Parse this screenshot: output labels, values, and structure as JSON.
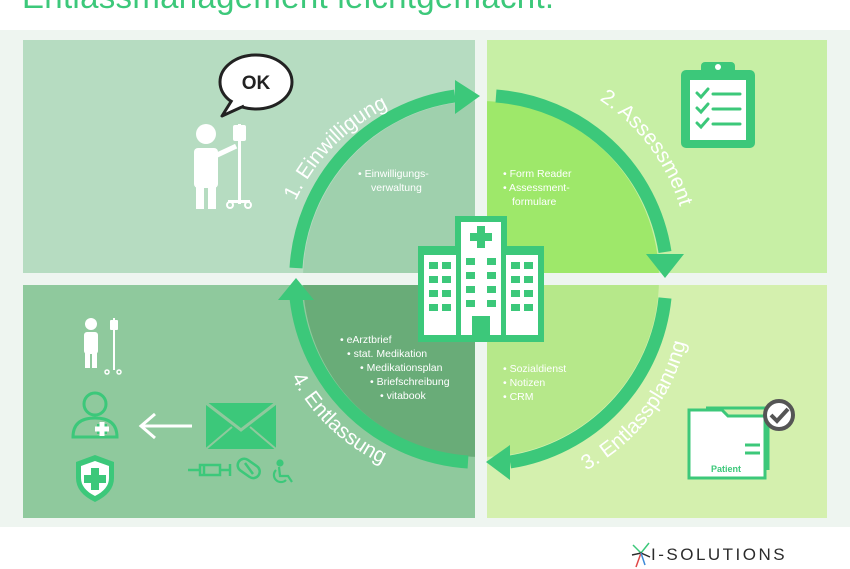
{
  "title": "Entlassmanagement leichtgemacht.",
  "speech_bubble": "OK",
  "steps": [
    {
      "label": "1. Einwilligung",
      "bullets": [
        "• Einwilligungs-",
        "verwaltung"
      ]
    },
    {
      "label": "2. Assessment",
      "bullets": [
        "• Form Reader",
        "• Assessment-",
        "formulare"
      ]
    },
    {
      "label": "3. Entlassplanung",
      "bullets": [
        "• Sozialdienst",
        "• Notizen",
        "• CRM"
      ]
    },
    {
      "label": "4. Entlassung",
      "bullets": [
        "• eArztbrief",
        "• stat. Medikation",
        "• Medikationsplan",
        "• Briefschreibung",
        "• vitabook"
      ]
    }
  ],
  "folder_label": "Patient",
  "logo_text": "I-SOLUTIONS",
  "colors": {
    "accent": "#3cc87a",
    "q1": "#b6dcc1",
    "q2": "#c7efa5",
    "q3": "#d4f0ae",
    "q4": "#8fc99d"
  },
  "icons": [
    "patient-with-iv-icon",
    "speech-bubble-icon",
    "clipboard-checklist-icon",
    "hospital-icon",
    "patient-folder-icon",
    "checkmark-badge-icon",
    "doctor-icon",
    "health-shield-icon",
    "envelope-icon",
    "arrow-left-icon",
    "syringe-icon",
    "pill-icon",
    "wheelchair-icon"
  ]
}
